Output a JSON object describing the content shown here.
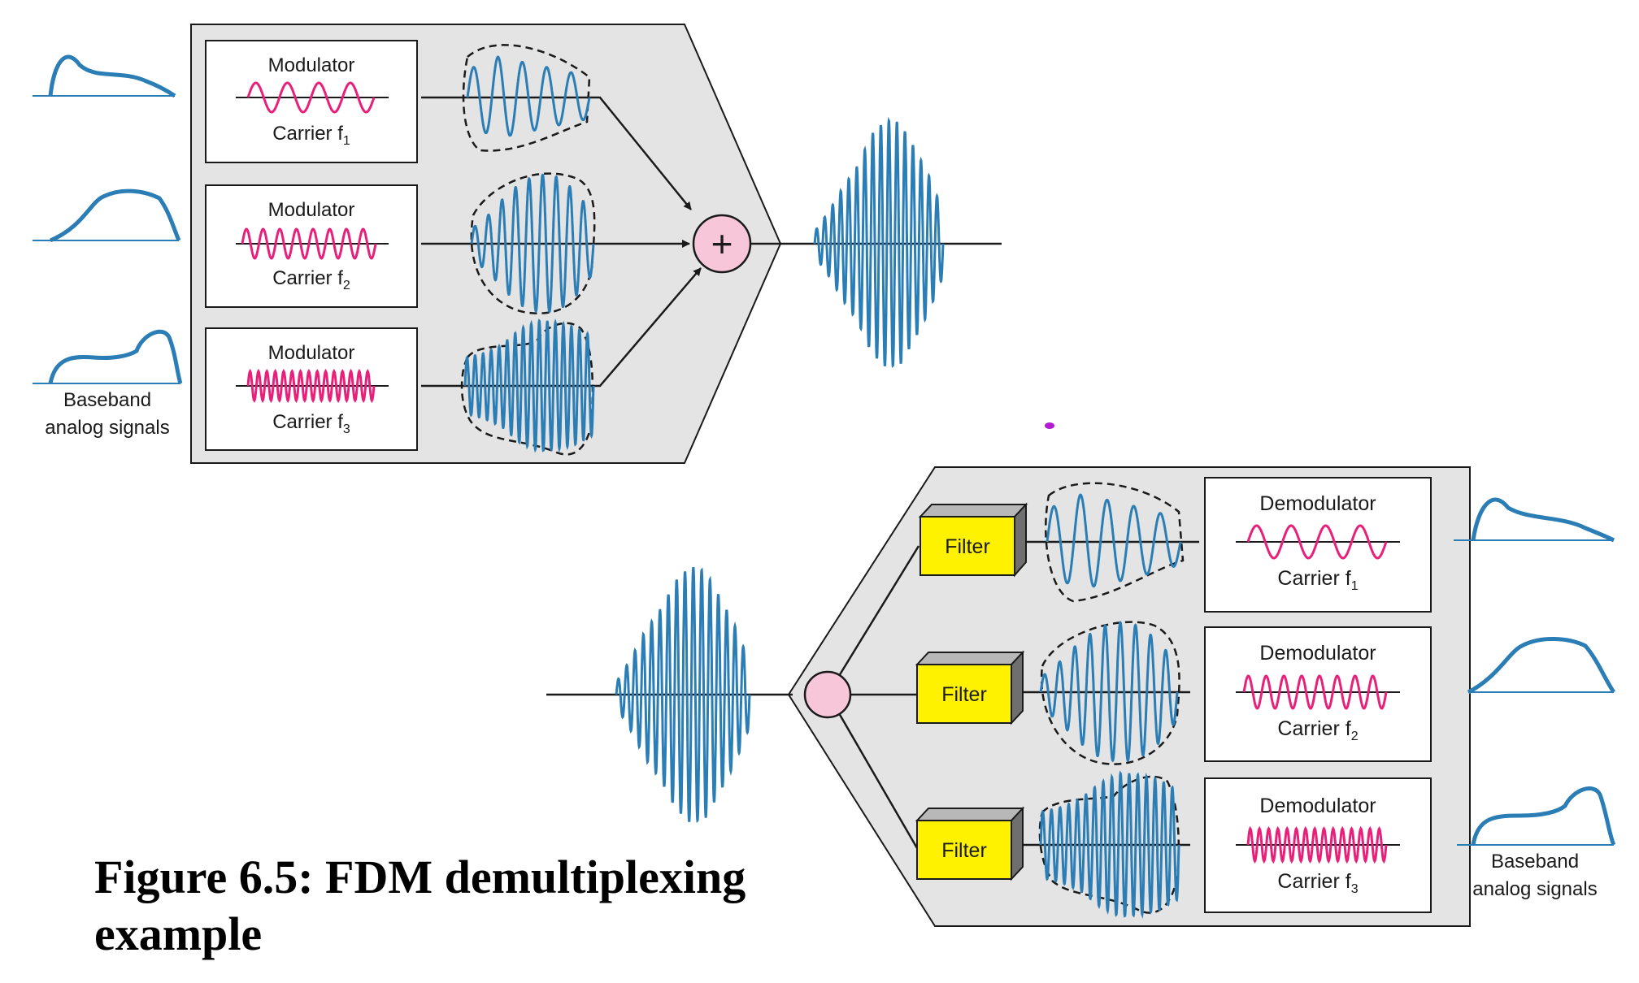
{
  "caption": "Figure 6.5: FDM demultiplexing example",
  "multiplexer": {
    "input_label": [
      "Baseband",
      "analog signals"
    ],
    "channels": [
      {
        "title": "Modulator",
        "carrier": "Carrier f",
        "sub": "1"
      },
      {
        "title": "Modulator",
        "carrier": "Carrier f",
        "sub": "2"
      },
      {
        "title": "Modulator",
        "carrier": "Carrier f",
        "sub": "3"
      }
    ],
    "adder_symbol": "+"
  },
  "demultiplexer": {
    "filters": [
      "Filter",
      "Filter",
      "Filter"
    ],
    "channels": [
      {
        "title": "Demodulator",
        "carrier": "Carrier f",
        "sub": "1"
      },
      {
        "title": "Demodulator",
        "carrier": "Carrier f",
        "sub": "2"
      },
      {
        "title": "Demodulator",
        "carrier": "Carrier f",
        "sub": "3"
      }
    ],
    "output_label": [
      "Baseband",
      "analog signals"
    ]
  },
  "colors": {
    "signal": "#2a7db5",
    "carrier": "#e8207a",
    "panel": "#e4e4e4",
    "adder": "#f7c6d9",
    "filter": "#fff200"
  }
}
